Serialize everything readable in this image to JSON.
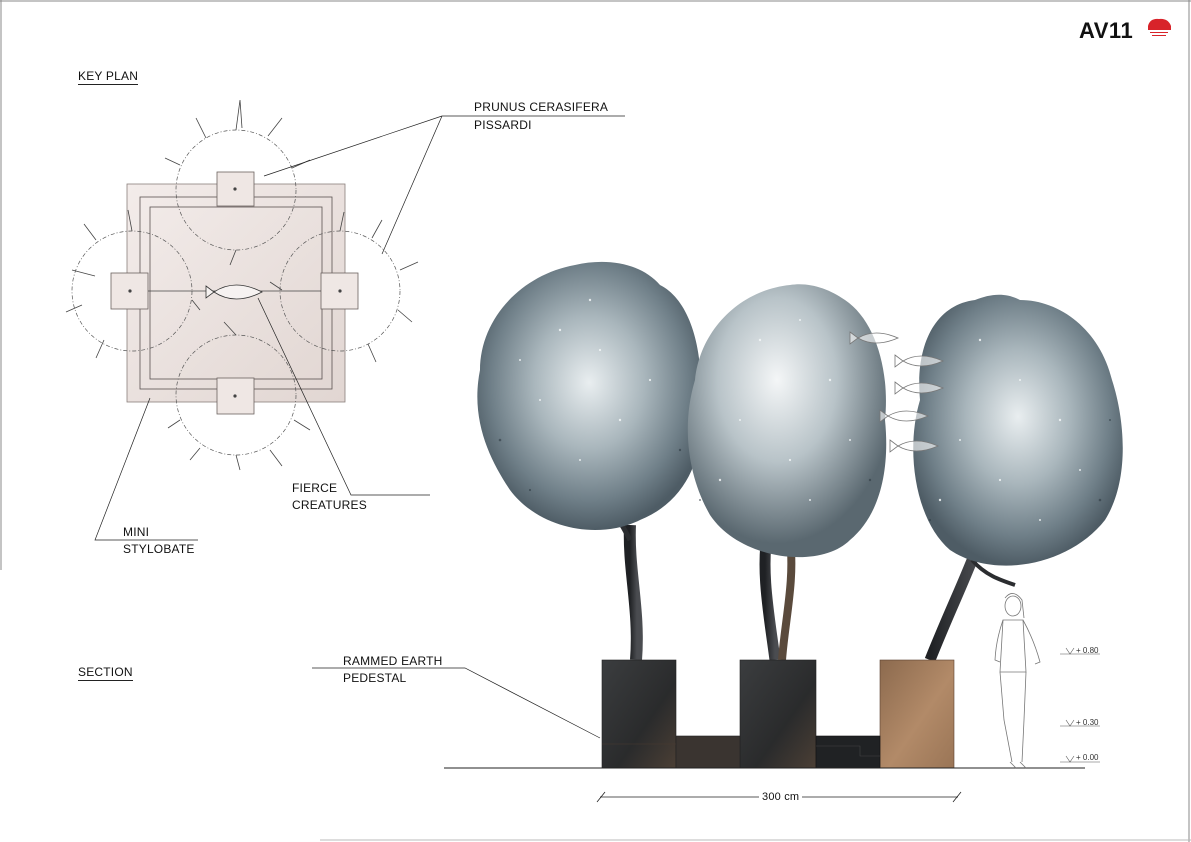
{
  "brand": {
    "name": "AV11",
    "colors": {
      "accent": "#d8232a"
    }
  },
  "key_plan": {
    "title": "KEY PLAN",
    "tree_label_1": "PRUNUS CERASIFERA",
    "tree_label_2": "PISSARDI",
    "creatures_label_1": "FIERCE",
    "creatures_label_2": "CREATURES",
    "stylobate_label_1": "MINI",
    "stylobate_label_2": "STYLOBATE"
  },
  "section": {
    "title": "SECTION",
    "pedestal_label_1": "RAMMED EARTH",
    "pedestal_label_2": "PEDESTAL",
    "levels": [
      "+ 0.80",
      "+ 0.30",
      "+ 0.00"
    ],
    "dimension": "300 cm"
  }
}
